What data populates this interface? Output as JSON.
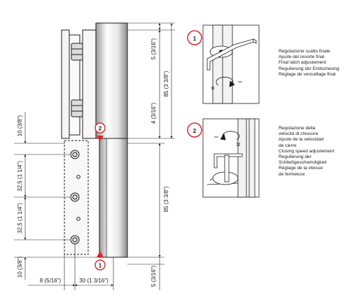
{
  "dimensions": {
    "top_5": "5 (3/16\")",
    "top_85": "85 (3 3/8\")",
    "top_4": "4 (3/16\")",
    "right_85": "85 (3 3/8\")",
    "bottom_5": "5 (3/16\")",
    "left_10_top": "10 (3/8\")",
    "left_32_5_a": "32,5 (1 1/4\")",
    "left_32_5_b": "32,5 (1 1/4\")",
    "left_10_bottom": "10 (3/8\")",
    "bottom_8": "8 (5/16\")",
    "bottom_30": "30 (1 3/16\")"
  },
  "markers": {
    "marker_top": "2",
    "marker_bottom": "1"
  },
  "step1": {
    "badge": "1",
    "lines": [
      "Regolazione scatto finale",
      "Ajuste del resorte final",
      "Final latch adjustement",
      "Regulierung der Endschwung",
      "Réglage de verouillage final"
    ]
  },
  "step2": {
    "badge": "2",
    "lines": [
      "Regolazione della",
      "velocità di chiusura",
      "Ajuste de la velocidad",
      "de cierre",
      "Closing speed adjustement",
      "Regulierung der",
      "Schließgeschwindigkeit",
      "Réglage de la vitesse",
      "de fermeture"
    ]
  },
  "colors": {
    "marker_red": "#e0242a",
    "line": "#1a1a1a"
  }
}
